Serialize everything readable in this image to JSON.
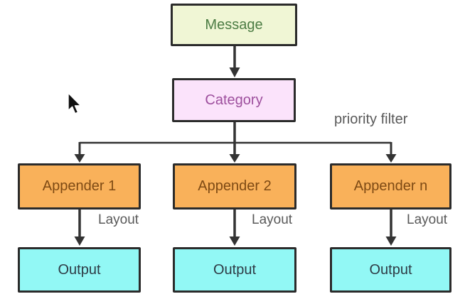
{
  "diagram": {
    "nodes": {
      "message": {
        "label": "Message"
      },
      "category": {
        "label": "Category"
      },
      "appender_1": {
        "label": "Appender 1"
      },
      "appender_2": {
        "label": "Appender 2"
      },
      "appender_n": {
        "label": "Appender n"
      },
      "output_1": {
        "label": "Output"
      },
      "output_2": {
        "label": "Output"
      },
      "output_3": {
        "label": "Output"
      }
    },
    "labels": {
      "priority_filter": "priority filter",
      "layout_1": "Layout",
      "layout_2": "Layout",
      "layout_3": "Layout"
    },
    "colors": {
      "message_fill": "#f0f6d5",
      "message_text": "#4c7c44",
      "category_fill": "#fbe3fb",
      "category_text": "#9d4f9d",
      "appender_fill": "#f9b15a",
      "appender_text": "#7e4a14",
      "output_fill": "#92f8f5",
      "output_text": "#2e3b45",
      "border": "#2b2b2b",
      "line": "#333333",
      "label_text": "#595959",
      "canvas_bg": "#ffffff"
    }
  }
}
